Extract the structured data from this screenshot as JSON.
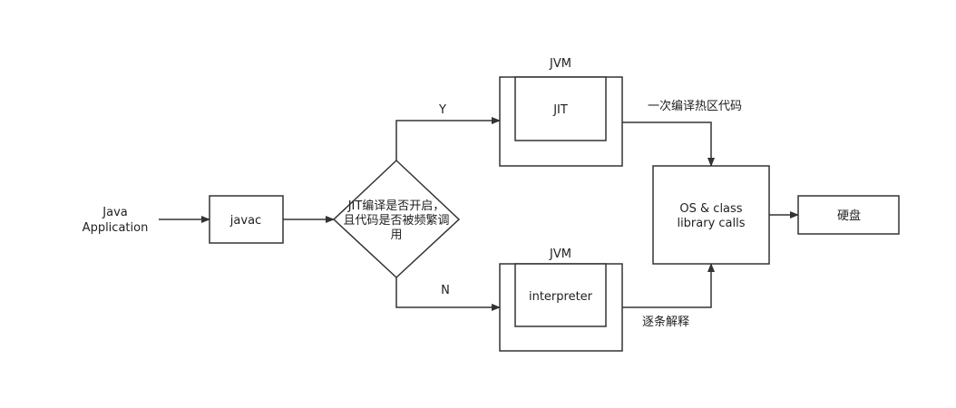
{
  "nodes": {
    "java_app": {
      "line1": "Java",
      "line2": "Application"
    },
    "javac": {
      "label": "javac"
    },
    "decision": {
      "line1": "JIT编译是否开启，",
      "line2": "且代码是否被频繁调",
      "line3": "用"
    },
    "jvm_top": {
      "title": "JVM",
      "inner": "JIT"
    },
    "jvm_bottom": {
      "title": "JVM",
      "inner": "interpreter"
    },
    "os": {
      "line1": "OS & class",
      "line2": "library calls"
    },
    "disk": {
      "label": "硬盘"
    }
  },
  "edges": {
    "yes_label": "Y",
    "no_label": "N",
    "jit_label": "一次编译热区代码",
    "interp_label": "逐条解释"
  }
}
